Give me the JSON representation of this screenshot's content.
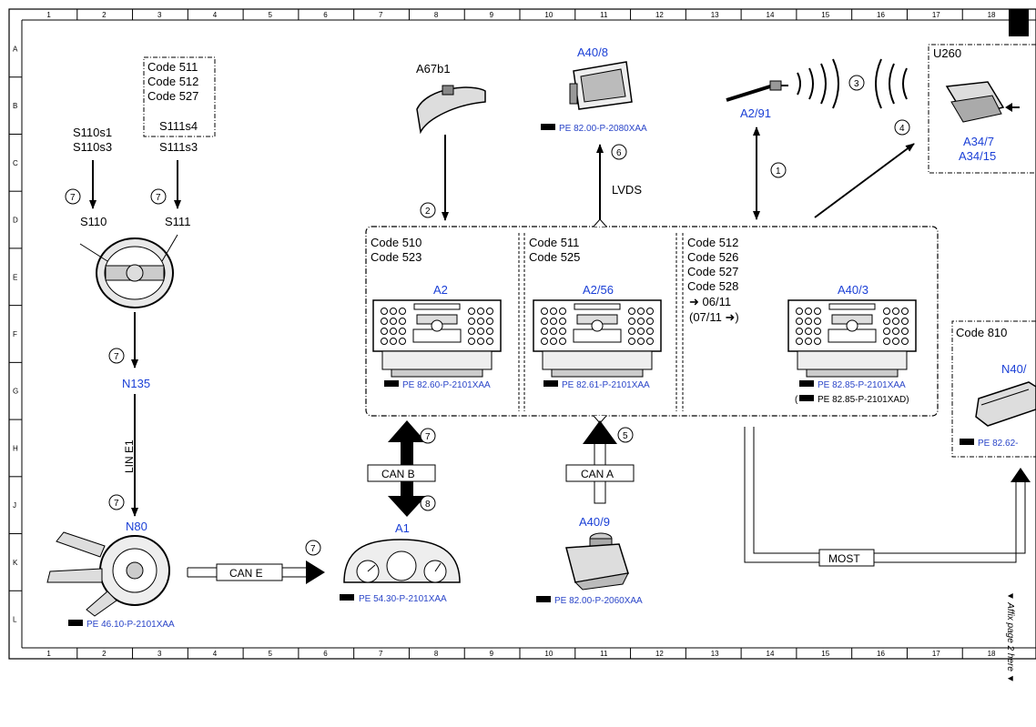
{
  "grid": {
    "columns": [
      "1",
      "2",
      "3",
      "4",
      "5",
      "6",
      "7",
      "8",
      "9",
      "10",
      "11",
      "12",
      "13",
      "14",
      "15",
      "16",
      "17",
      "18"
    ],
    "rows": [
      "A",
      "B",
      "C",
      "D",
      "E",
      "F",
      "G",
      "H",
      "J",
      "K",
      "L"
    ]
  },
  "side_note": "▼ Affix page 2 here ▼",
  "codes": {
    "top_left_box": [
      "Code 511",
      "Code 512",
      "Code 527"
    ],
    "s111s4": "S111s4",
    "s111s3": "S111s3",
    "s110s1": "S110s1",
    "s110s3": "S110s3",
    "group1": [
      "Code 510",
      "Code 523"
    ],
    "group2": [
      "Code 511",
      "Code 525"
    ],
    "group3": [
      "Code 512",
      "Code 526",
      "Code 527",
      "Code 528",
      "➜ 06/11",
      "(07/11 ➜)"
    ],
    "code810": "Code 810",
    "u260": "U260"
  },
  "components": {
    "s110": "S110",
    "s111": "S111",
    "n135": "N135",
    "n80": "N80",
    "a67b1": "A67b1",
    "a40_8": "A40/8",
    "a2_91": "A2/91",
    "a34": [
      "A34/7",
      "A34/15"
    ],
    "a2": "A2",
    "a2_56": "A2/56",
    "a40_3": "A40/3",
    "n40": "N40/",
    "a1": "A1",
    "a40_9": "A40/9"
  },
  "references": {
    "a40_8": "PE 82.00-P-2080XAA",
    "a2": "PE 82.60-P-2101XAA",
    "a2_56": "PE 82.61-P-2101XAA",
    "a40_3": "PE 82.85-P-2101XAA",
    "a40_3_alt": "PE 82.85-P-2101XAD)",
    "a40_3_alt_open": "(",
    "n40": "PE 82.62-",
    "a1": "PE 54.30-P-2101XAA",
    "a40_9": "PE 82.00-P-2060XAA",
    "n80": "PE 46.10-P-2101XAA"
  },
  "buses": {
    "lin": "LIN E1",
    "can_e": "CAN E",
    "can_b": "CAN B",
    "can_a": "CAN A",
    "most": "MOST",
    "lvds": "LVDS"
  },
  "callouts": {
    "c1": "1",
    "c2": "2",
    "c3": "3",
    "c4": "4",
    "c5": "5",
    "c6": "6",
    "c7": "7",
    "c8": "8"
  }
}
